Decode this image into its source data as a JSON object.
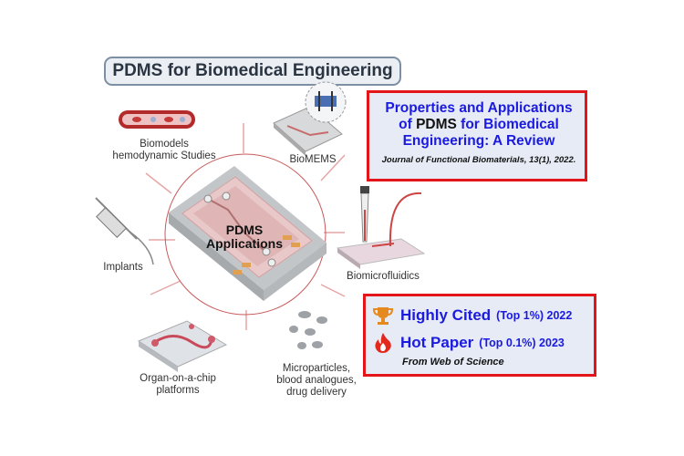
{
  "title": "PDMS for Biomedical Engineering",
  "center": {
    "line1": "PDMS",
    "line2": "Applications"
  },
  "labels": {
    "biomodels_1": "Biomodels",
    "biomodels_2": "hemodynamic Studies",
    "biomems": "BioMEMS",
    "biomicrofluidics": "Biomicrofluidics",
    "implants": "Implants",
    "organ_1": "Organ-on-a-chip",
    "organ_2": "platforms",
    "micro_1": "Microparticles,",
    "micro_2": "blood analogues,",
    "micro_3": "drug delivery"
  },
  "paper": {
    "title_a": "Properties and Applications",
    "title_b1": "of ",
    "title_b_key": "PDMS",
    "title_b2": " for Biomedical",
    "title_c": "Engineering: A Review",
    "journal": "Journal of Functional Biomaterials, 13(1), 2022."
  },
  "awards": {
    "highly_cited_main": "Highly Cited",
    "highly_cited_sub": "(Top 1%) 2022",
    "hot_paper_main": "Hot Paper",
    "hot_paper_sub": "(Top 0.1%) 2023",
    "source": "From Web of Science"
  },
  "colors": {
    "accent_red": "#e3151a",
    "accent_blue": "#1a1ae0",
    "box_bg": "#e6ebf5"
  },
  "icons": [
    "trophy-icon",
    "flame-icon"
  ]
}
